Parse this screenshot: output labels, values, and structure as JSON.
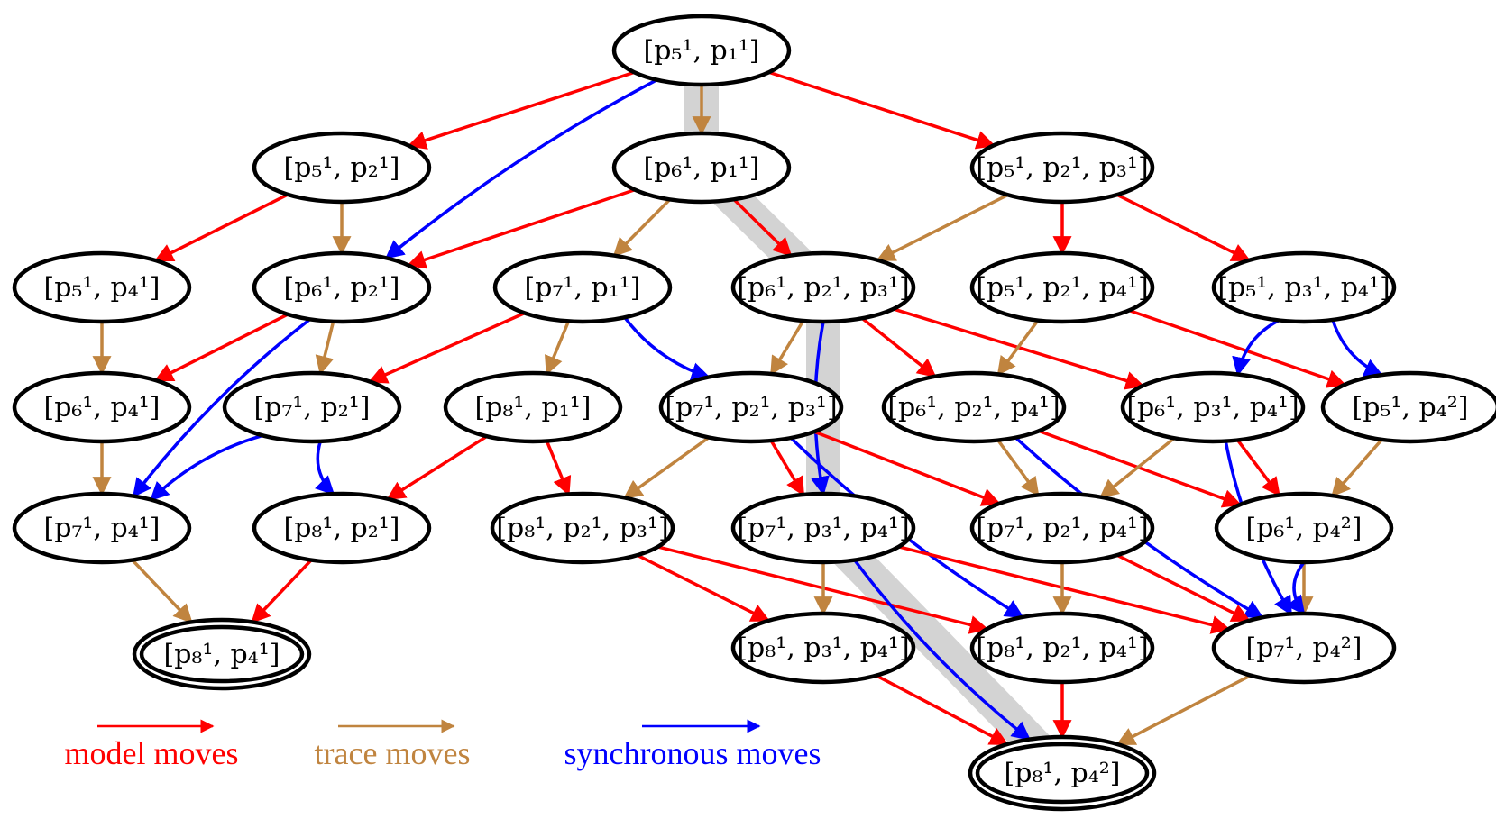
{
  "colors": {
    "model": "#ff0000",
    "trace": "#c0843f",
    "sync": "#0000ff",
    "highlight": "#d3d3d3"
  },
  "nodes": [
    {
      "id": "n1",
      "label": "[p₅¹, p₁¹]"
    },
    {
      "id": "n2",
      "label": "[p₅¹, p₂¹]"
    },
    {
      "id": "n3",
      "label": "[p₆¹, p₁¹]"
    },
    {
      "id": "n4",
      "label": "[p₅¹, p₂¹, p₃¹]"
    },
    {
      "id": "n5",
      "label": "[p₅¹, p₄¹]"
    },
    {
      "id": "n6",
      "label": "[p₆¹, p₂¹]"
    },
    {
      "id": "n7",
      "label": "[p₇¹, p₁¹]"
    },
    {
      "id": "n8",
      "label": "[p₆¹, p₂¹, p₃¹]"
    },
    {
      "id": "n9",
      "label": "[p₅¹, p₂¹, p₄¹]"
    },
    {
      "id": "n10",
      "label": "[p₅¹, p₃¹, p₄¹]"
    },
    {
      "id": "n11",
      "label": "[p₆¹, p₄¹]"
    },
    {
      "id": "n12",
      "label": "[p₇¹, p₂¹]"
    },
    {
      "id": "n13",
      "label": "[p₈¹, p₁¹]"
    },
    {
      "id": "n14",
      "label": "[p₇¹, p₂¹, p₃¹]"
    },
    {
      "id": "n15",
      "label": "[p₆¹, p₂¹, p₄¹]"
    },
    {
      "id": "n16",
      "label": "[p₆¹, p₃¹, p₄¹]"
    },
    {
      "id": "n17",
      "label": "[p₅¹, p₄²]"
    },
    {
      "id": "n18",
      "label": "[p₇¹, p₄¹]"
    },
    {
      "id": "n19",
      "label": "[p₈¹, p₂¹]"
    },
    {
      "id": "n20",
      "label": "[p₈¹, p₂¹, p₃¹]"
    },
    {
      "id": "n21",
      "label": "[p₇¹, p₃¹, p₄¹]"
    },
    {
      "id": "n22",
      "label": "[p₇¹, p₂¹, p₄¹]"
    },
    {
      "id": "n23",
      "label": "[p₆¹, p₄²]"
    },
    {
      "id": "n24",
      "label": "[p₈¹, p₄¹]"
    },
    {
      "id": "n25",
      "label": "[p₈¹, p₃¹, p₄¹]"
    },
    {
      "id": "n26",
      "label": "[p₈¹, p₂¹, p₄¹]"
    },
    {
      "id": "n27",
      "label": "[p₇¹, p₄²]"
    },
    {
      "id": "n28",
      "label": "[p₈¹, p₄²]"
    }
  ],
  "final_nodes": [
    "n24",
    "n28"
  ],
  "edges": [
    {
      "from": "n1",
      "to": "n2",
      "type": "model"
    },
    {
      "from": "n1",
      "to": "n3",
      "type": "trace"
    },
    {
      "from": "n1",
      "to": "n4",
      "type": "model"
    },
    {
      "from": "n1",
      "to": "n6",
      "type": "sync"
    },
    {
      "from": "n2",
      "to": "n5",
      "type": "model"
    },
    {
      "from": "n2",
      "to": "n6",
      "type": "trace"
    },
    {
      "from": "n3",
      "to": "n6",
      "type": "model"
    },
    {
      "from": "n3",
      "to": "n7",
      "type": "trace"
    },
    {
      "from": "n3",
      "to": "n8",
      "type": "model"
    },
    {
      "from": "n4",
      "to": "n8",
      "type": "trace"
    },
    {
      "from": "n4",
      "to": "n9",
      "type": "model"
    },
    {
      "from": "n4",
      "to": "n10",
      "type": "model"
    },
    {
      "from": "n5",
      "to": "n11",
      "type": "trace"
    },
    {
      "from": "n6",
      "to": "n11",
      "type": "model"
    },
    {
      "from": "n6",
      "to": "n12",
      "type": "trace"
    },
    {
      "from": "n6",
      "to": "n18",
      "type": "sync"
    },
    {
      "from": "n7",
      "to": "n12",
      "type": "model"
    },
    {
      "from": "n7",
      "to": "n13",
      "type": "trace"
    },
    {
      "from": "n7",
      "to": "n14",
      "type": "sync"
    },
    {
      "from": "n8",
      "to": "n14",
      "type": "trace"
    },
    {
      "from": "n8",
      "to": "n15",
      "type": "model"
    },
    {
      "from": "n8",
      "to": "n16",
      "type": "model"
    },
    {
      "from": "n8",
      "to": "n21",
      "type": "sync"
    },
    {
      "from": "n9",
      "to": "n15",
      "type": "trace"
    },
    {
      "from": "n9",
      "to": "n17",
      "type": "model"
    },
    {
      "from": "n10",
      "to": "n16",
      "type": "sync"
    },
    {
      "from": "n10",
      "to": "n17",
      "type": "sync"
    },
    {
      "from": "n11",
      "to": "n18",
      "type": "trace"
    },
    {
      "from": "n12",
      "to": "n18",
      "type": "sync"
    },
    {
      "from": "n12",
      "to": "n19",
      "type": "sync"
    },
    {
      "from": "n13",
      "to": "n19",
      "type": "model"
    },
    {
      "from": "n13",
      "to": "n20",
      "type": "model"
    },
    {
      "from": "n14",
      "to": "n20",
      "type": "trace"
    },
    {
      "from": "n14",
      "to": "n21",
      "type": "model"
    },
    {
      "from": "n14",
      "to": "n22",
      "type": "model"
    },
    {
      "from": "n14",
      "to": "n26",
      "type": "sync"
    },
    {
      "from": "n15",
      "to": "n22",
      "type": "trace"
    },
    {
      "from": "n15",
      "to": "n23",
      "type": "model"
    },
    {
      "from": "n15",
      "to": "n27",
      "type": "sync"
    },
    {
      "from": "n16",
      "to": "n22",
      "type": "trace"
    },
    {
      "from": "n16",
      "to": "n23",
      "type": "model"
    },
    {
      "from": "n16",
      "to": "n27",
      "type": "sync"
    },
    {
      "from": "n17",
      "to": "n23",
      "type": "trace"
    },
    {
      "from": "n18",
      "to": "n24",
      "type": "trace"
    },
    {
      "from": "n19",
      "to": "n24",
      "type": "model"
    },
    {
      "from": "n20",
      "to": "n25",
      "type": "model"
    },
    {
      "from": "n20",
      "to": "n26",
      "type": "model"
    },
    {
      "from": "n21",
      "to": "n25",
      "type": "trace"
    },
    {
      "from": "n21",
      "to": "n27",
      "type": "model"
    },
    {
      "from": "n21",
      "to": "n28",
      "type": "sync"
    },
    {
      "from": "n22",
      "to": "n26",
      "type": "trace"
    },
    {
      "from": "n22",
      "to": "n27",
      "type": "model"
    },
    {
      "from": "n23",
      "to": "n27",
      "type": "trace"
    },
    {
      "from": "n23",
      "to": "n27",
      "type": "sync"
    },
    {
      "from": "n25",
      "to": "n28",
      "type": "model"
    },
    {
      "from": "n26",
      "to": "n28",
      "type": "model"
    },
    {
      "from": "n27",
      "to": "n28",
      "type": "trace"
    }
  ],
  "highlight_path": [
    "n1",
    "n3",
    "n8",
    "n21",
    "n28"
  ],
  "legend": {
    "model": "model moves",
    "trace": "trace moves",
    "sync": "synchronous moves"
  }
}
